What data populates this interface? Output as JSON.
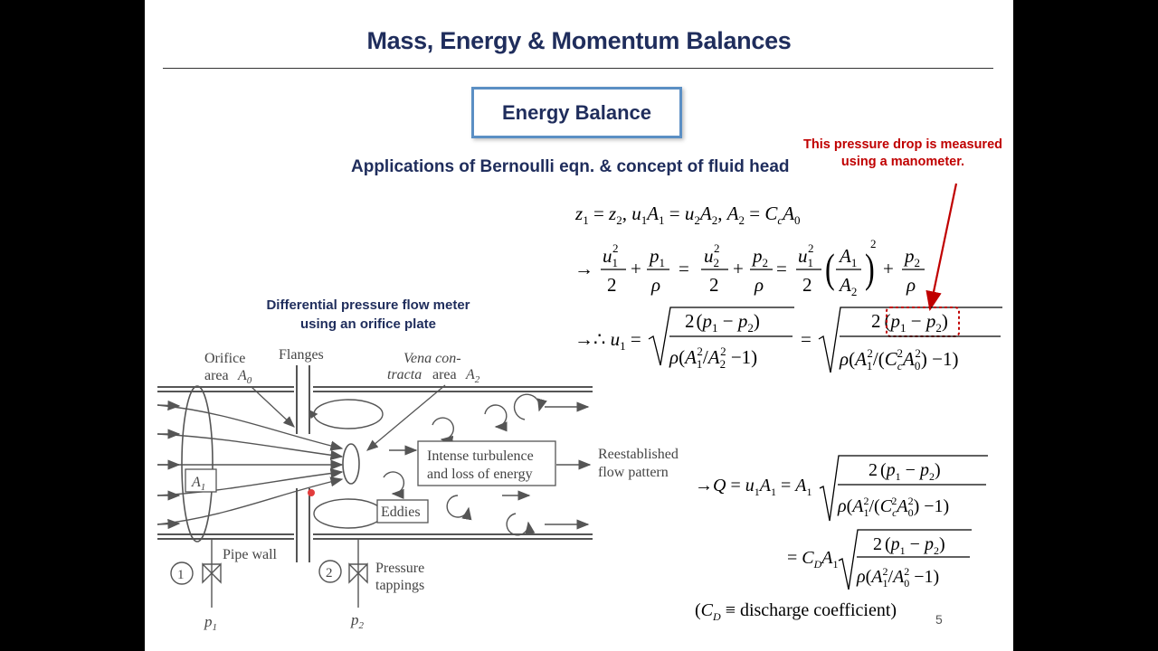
{
  "slide": {
    "title": "Mass, Energy & Momentum Balances",
    "section_box": "Energy Balance",
    "subtitle": "Applications of Bernoulli eqn. & concept of fluid head",
    "note_line1": "This pressure drop is measured",
    "note_line2": "using a manometer.",
    "figure_caption_line1": "Differential pressure flow meter",
    "figure_caption_line2": "using an orifice plate",
    "page_number": "5",
    "discharge_note": "discharge coefficient"
  },
  "figure_labels": {
    "orifice": "Orifice",
    "area": "area",
    "flanges": "Flanges",
    "vena_line1": "Vena con-",
    "vena_line2": "tracta",
    "a1": "A",
    "intense_line1": "Intense turbulence",
    "intense_line2": "and loss of energy",
    "reestablished_line1": "Reestablished",
    "reestablished_line2": "flow pattern",
    "eddies": "Eddies",
    "pipe_wall": "Pipe wall",
    "tap1": "1",
    "tap2": "2",
    "pressure_line1": "Pressure",
    "pressure_line2": "tappings"
  },
  "colors": {
    "title": "#1f2d5c",
    "accent_red": "#c00000",
    "box_border": "#5b8fc4"
  }
}
